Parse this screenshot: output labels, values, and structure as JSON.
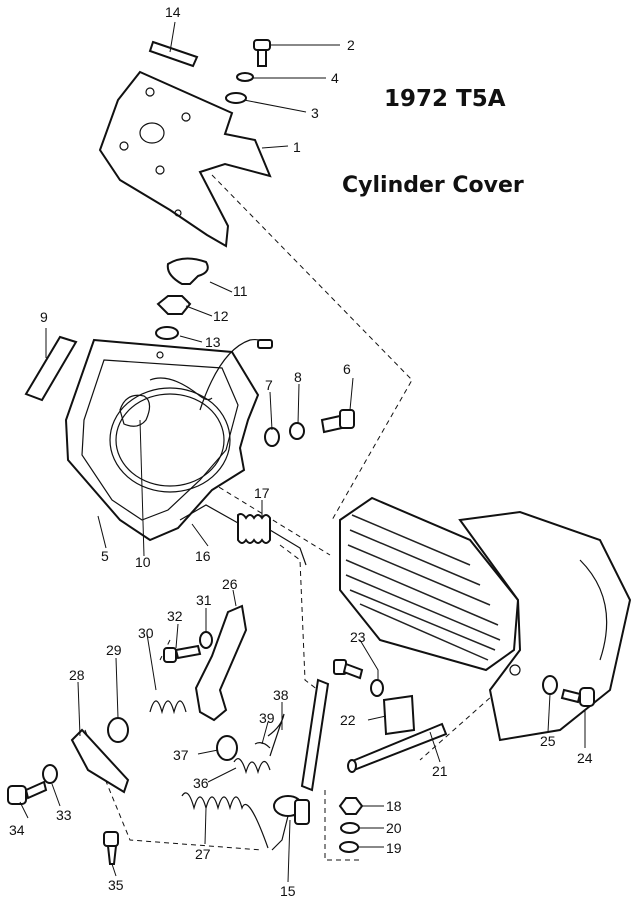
{
  "title": {
    "year_model": "1972 T5A",
    "name": "Cylinder Cover"
  },
  "callouts": [
    "1",
    "2",
    "3",
    "4",
    "5",
    "6",
    "7",
    "8",
    "9",
    "10",
    "11",
    "12",
    "13",
    "14",
    "15",
    "16",
    "17",
    "18",
    "19",
    "20",
    "21",
    "22",
    "23",
    "24",
    "25",
    "26",
    "27",
    "28",
    "29",
    "30",
    "31",
    "32",
    "33",
    "34",
    "35",
    "36",
    "37",
    "38",
    "39"
  ],
  "colors": {
    "ink": "#111111",
    "paper": "#ffffff"
  }
}
